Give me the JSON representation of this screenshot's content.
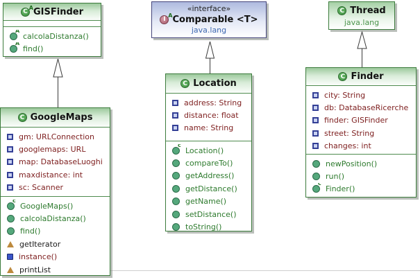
{
  "colors": {
    "class_border": "#3c7b3c",
    "interface_border": "#44447a",
    "field_text": "#7f2121",
    "method_text": "#2d7a2d",
    "plain_text": "#1a1a1a",
    "package_green": "#4d944d",
    "package_blue": "#3d68b0"
  },
  "gisfinder": {
    "title": "GISFinder",
    "icon_letter": "C",
    "icon_badge": "A",
    "methods": [
      {
        "label": "calcolaDistanza()",
        "badge": "A",
        "icon": "abstract-method-icon"
      },
      {
        "label": "find()",
        "badge": "A",
        "icon": "abstract-method-icon"
      }
    ]
  },
  "comparable": {
    "stereotype": "«interface»",
    "title": "Comparable <T>",
    "package": "java.lang",
    "icon_letter": "I",
    "icon_badge": "A"
  },
  "thread": {
    "title": "Thread",
    "package": "java.lang",
    "icon_letter": "C"
  },
  "googlemaps": {
    "title": "GoogleMaps",
    "icon_letter": "C",
    "fields": [
      {
        "label": "gm: URLConnection",
        "icon": "field-icon"
      },
      {
        "label": "googlemaps: URL",
        "icon": "field-icon"
      },
      {
        "label": "map: DatabaseLuoghi",
        "icon": "field-icon"
      },
      {
        "label": "maxdistance: int",
        "icon": "field-icon"
      },
      {
        "label": "sc: Scanner",
        "icon": "field-icon"
      }
    ],
    "methods": [
      {
        "label": "GoogleMaps()",
        "badge": "c",
        "icon": "constructor-icon"
      },
      {
        "label": "calcolaDistanza()",
        "icon": "public-method-icon"
      },
      {
        "label": "find()",
        "icon": "public-method-icon"
      },
      {
        "label": "getIterator",
        "icon": "protected-member-icon"
      },
      {
        "label": "instance()",
        "icon": "static-method-icon"
      },
      {
        "label": "printList",
        "icon": "protected-member-icon"
      }
    ]
  },
  "location": {
    "title": "Location",
    "icon_letter": "C",
    "fields": [
      {
        "label": "address: String",
        "icon": "field-icon"
      },
      {
        "label": "distance: float",
        "icon": "field-icon"
      },
      {
        "label": "name: String",
        "icon": "field-icon"
      }
    ],
    "methods": [
      {
        "label": "Location()",
        "badge": "c",
        "icon": "constructor-icon"
      },
      {
        "label": "compareTo()",
        "icon": "public-method-icon"
      },
      {
        "label": "getAddress()",
        "icon": "public-method-icon"
      },
      {
        "label": "getDistance()",
        "icon": "public-method-icon"
      },
      {
        "label": "getName()",
        "icon": "public-method-icon"
      },
      {
        "label": "setDistance()",
        "icon": "public-method-icon"
      },
      {
        "label": "toString()",
        "icon": "public-method-icon"
      }
    ]
  },
  "finder": {
    "title": "Finder",
    "icon_letter": "C",
    "fields": [
      {
        "label": "city: String",
        "icon": "field-icon"
      },
      {
        "label": "db: DatabaseRicerche",
        "icon": "field-icon"
      },
      {
        "label": "finder: GISFinder",
        "icon": "field-icon"
      },
      {
        "label": "street: String",
        "icon": "field-icon"
      },
      {
        "label": "changes: int",
        "icon": "field-icon"
      }
    ],
    "methods": [
      {
        "label": "newPosition()",
        "icon": "public-method-icon"
      },
      {
        "label": "run()",
        "icon": "public-method-icon"
      },
      {
        "label": "Finder()",
        "badge": "c",
        "icon": "constructor-icon"
      }
    ]
  }
}
